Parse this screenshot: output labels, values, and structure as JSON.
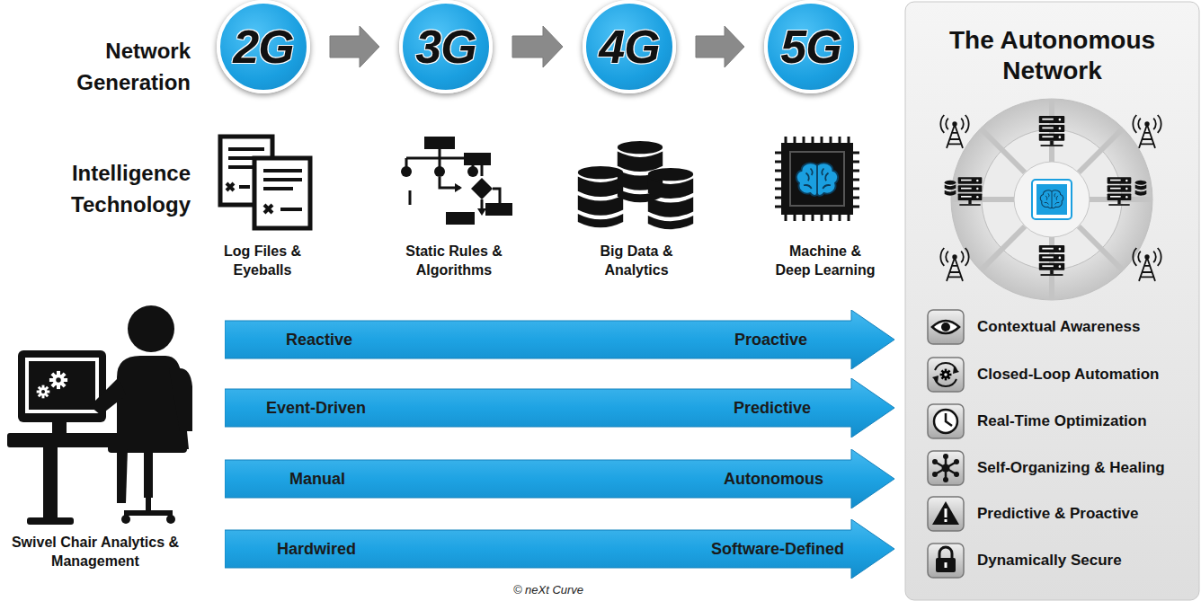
{
  "diagram": {
    "nodes": [
      {
        "text": [
          "2G"
        ]
      },
      {
        "text": [
          "3G"
        ]
      },
      {
        "text": [
          "4G"
        ]
      },
      {
        "text": [
          "5G"
        ]
      },
      {
        "text": [
          "The Autonomous Network"
        ]
      },
      {
        "text": [
          "Reactive",
          "Proactive"
        ]
      },
      {
        "text": [
          "Event-Driven",
          "Predictive"
        ]
      },
      {
        "text": [
          "Manual",
          "Autonomous"
        ]
      },
      {
        "text": [
          "Hardwired",
          "Software-Defined"
        ]
      }
    ],
    "edges": [
      {
        "from": 0,
        "to": 1,
        "arrow": "to"
      },
      {
        "from": 1,
        "to": 2,
        "arrow": "to"
      },
      {
        "from": 2,
        "to": 3,
        "arrow": "to"
      }
    ],
    "labels": [
      "Network Generation",
      "Intelligence Technology",
      "Log Files & Eyeballs",
      "Static Rules & Algorithms",
      "Big Data & Analytics",
      "Machine & Deep Learning",
      "Swivel Chair Analytics & Management",
      "Contextual Awareness",
      "Closed-Loop Automation",
      "Real-Time Optimization",
      "Self-Organizing & Healing",
      "Predictive & Proactive",
      "Dynamically Secure",
      "© neXt Curve"
    ]
  }
}
